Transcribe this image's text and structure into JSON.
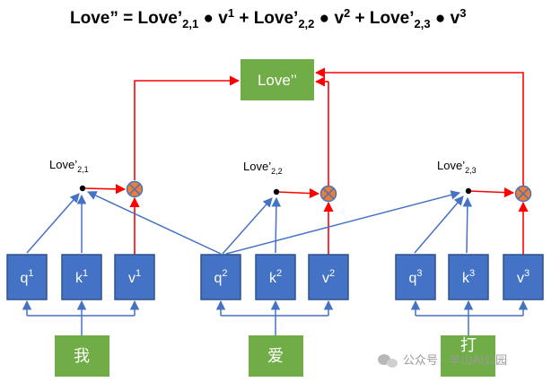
{
  "equation": {
    "lhs": "Love” = ",
    "t1_main": "Love’",
    "t1_sub": "2,1",
    "t1_dot": " ● v",
    "t1_sup": "1",
    "plus1": " + ",
    "t2_main": "Love’",
    "t2_sub": "2,2",
    "t2_dot": " ● v",
    "t2_sup": "2",
    "plus2": " + ",
    "t3_main": "Love’",
    "t3_sub": "2,3",
    "t3_dot": " ● v",
    "t3_sup": "3"
  },
  "output_box": "Love’’",
  "weights": [
    {
      "main": "Love’",
      "sub": "2,1"
    },
    {
      "main": "Love’",
      "sub": "2,2"
    },
    {
      "main": "Love’",
      "sub": "2,3"
    }
  ],
  "vectors": [
    {
      "main": "q",
      "sup": "1"
    },
    {
      "main": "k",
      "sup": "1"
    },
    {
      "main": "v",
      "sup": "1"
    },
    {
      "main": "q",
      "sup": "2"
    },
    {
      "main": "k",
      "sup": "2"
    },
    {
      "main": "v",
      "sup": "2"
    },
    {
      "main": "q",
      "sup": "3"
    },
    {
      "main": "k",
      "sup": "3"
    },
    {
      "main": "v",
      "sup": "3"
    }
  ],
  "words": [
    "我",
    "爱",
    "打"
  ],
  "watermark": "公众号 · 羊山AI公园",
  "colors": {
    "box": "#4472C4",
    "box_border": "#2F528F",
    "word": "#70AD47",
    "blue_line": "#4472C4",
    "red_line": "#FF0000",
    "mult": "#ED7D31"
  }
}
